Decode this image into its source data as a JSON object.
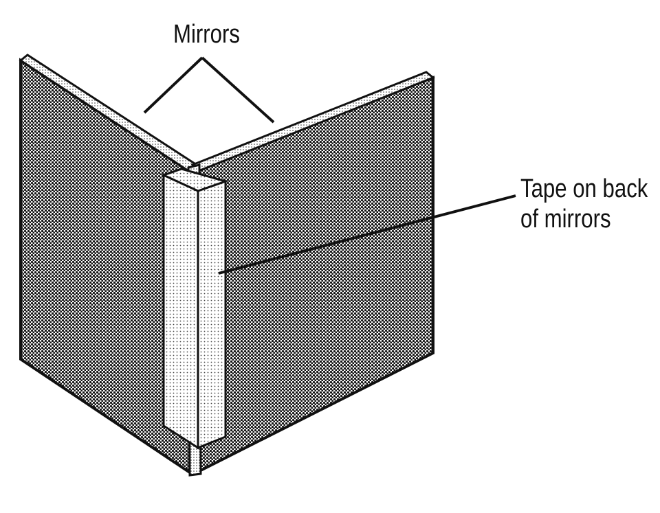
{
  "labels": {
    "mirrors": "Mirrors",
    "tape_line1": "Tape on back",
    "tape_line2": "of mirrors"
  },
  "colors": {
    "ink": "#111111",
    "dark_dot": "#111111",
    "light_dot": "#444444",
    "background": "#ffffff"
  }
}
